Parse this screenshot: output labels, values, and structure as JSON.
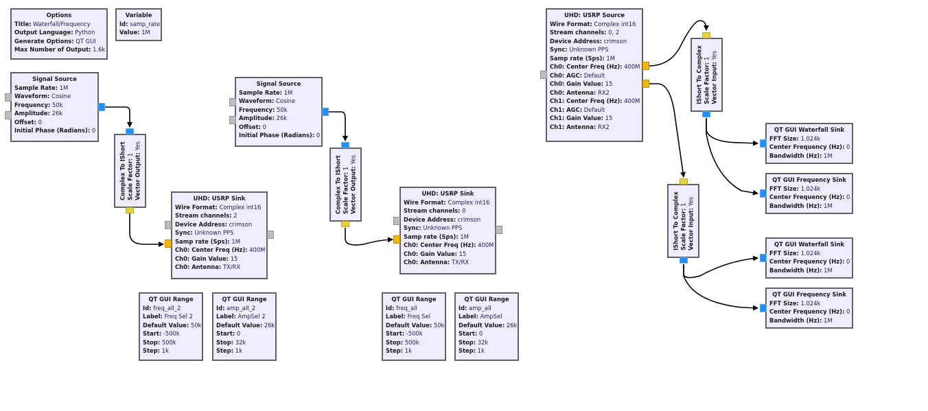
{
  "colors": {
    "block_bg": "#f1ecff",
    "block_border": "#616161",
    "port_complex": "#1e90ff",
    "port_short": "#e6d23a",
    "port_sc16": "#f5b800",
    "port_message": "#bdbdbd",
    "wire": "#000000"
  },
  "blocks": {
    "options": {
      "title": "Options",
      "params": [
        {
          "k": "Title:",
          "v": "Waterfall/Frequency"
        },
        {
          "k": "Output Language:",
          "v": "Python"
        },
        {
          "k": "Generate Options:",
          "v": "QT GUI"
        },
        {
          "k": "Max Number of Output:",
          "v": "1.6k"
        }
      ]
    },
    "variable": {
      "title": "Variable",
      "params": [
        {
          "k": "Id:",
          "v": "samp_rate"
        },
        {
          "k": "Value:",
          "v": "1M"
        }
      ]
    },
    "signal_source_1": {
      "title": "Signal Source",
      "params": [
        {
          "k": "Sample Rate:",
          "v": "1M"
        },
        {
          "k": "Waveform:",
          "v": "Cosine"
        },
        {
          "k": "Frequency:",
          "v": "50k"
        },
        {
          "k": "Amplitude:",
          "v": "26k"
        },
        {
          "k": "Offset:",
          "v": "0"
        },
        {
          "k": "Initial Phase (Radians):",
          "v": "0"
        }
      ]
    },
    "complex_to_ishort_1": {
      "title": "Complex To IShort",
      "params": [
        {
          "k": "Scale Factor:",
          "v": "1"
        },
        {
          "k": "Vector Output:",
          "v": "Yes"
        }
      ]
    },
    "usrp_sink_1": {
      "title": "UHD: USRP Sink",
      "params": [
        {
          "k": "Wire Format:",
          "v": "Complex int16"
        },
        {
          "k": "Stream channels:",
          "v": "2"
        },
        {
          "k": "Device Address:",
          "v": "crimson"
        },
        {
          "k": "Sync:",
          "v": "Unknown PPS"
        },
        {
          "k": "Samp rate (Sps):",
          "v": "1M"
        },
        {
          "k": "Ch0: Center Freq (Hz):",
          "v": "400M"
        },
        {
          "k": "Ch0: Gain Value:",
          "v": "15"
        },
        {
          "k": "Ch0: Antenna:",
          "v": "TX/RX"
        }
      ]
    },
    "range_freq_all_2": {
      "title": "QT GUI Range",
      "params": [
        {
          "k": "Id:",
          "v": "freq_all_2"
        },
        {
          "k": "Label:",
          "v": "Freq Sel 2"
        },
        {
          "k": "Default Value:",
          "v": "50k"
        },
        {
          "k": "Start:",
          "v": "-500k"
        },
        {
          "k": "Stop:",
          "v": "500k"
        },
        {
          "k": "Step:",
          "v": "1k"
        }
      ]
    },
    "range_amp_all_2": {
      "title": "QT GUI Range",
      "params": [
        {
          "k": "Id:",
          "v": "amp_all_2"
        },
        {
          "k": "Label:",
          "v": "AmpSel 2"
        },
        {
          "k": "Default Value:",
          "v": "26k"
        },
        {
          "k": "Start:",
          "v": "0"
        },
        {
          "k": "Stop:",
          "v": "32k"
        },
        {
          "k": "Step:",
          "v": "1k"
        }
      ]
    },
    "signal_source_2": {
      "title": "Signal Source",
      "params": [
        {
          "k": "Sample Rate:",
          "v": "1M"
        },
        {
          "k": "Waveform:",
          "v": "Cosine"
        },
        {
          "k": "Frequency:",
          "v": "50k"
        },
        {
          "k": "Amplitude:",
          "v": "26k"
        },
        {
          "k": "Offset:",
          "v": "0"
        },
        {
          "k": "Initial Phase (Radians):",
          "v": "0"
        }
      ]
    },
    "complex_to_ishort_2": {
      "title": "Complex To IShort",
      "params": [
        {
          "k": "Scale Factor:",
          "v": "1"
        },
        {
          "k": "Vector Output:",
          "v": "Yes"
        }
      ]
    },
    "usrp_sink_2": {
      "title": "UHD: USRP Sink",
      "params": [
        {
          "k": "Wire Format:",
          "v": "Complex int16"
        },
        {
          "k": "Stream channels:",
          "v": "0"
        },
        {
          "k": "Device Address:",
          "v": "crimson"
        },
        {
          "k": "Sync:",
          "v": "Unknown PPS"
        },
        {
          "k": "Samp rate (Sps):",
          "v": "1M"
        },
        {
          "k": "Ch0: Center Freq (Hz):",
          "v": "400M"
        },
        {
          "k": "Ch0: Gain Value:",
          "v": "15"
        },
        {
          "k": "Ch0: Antenna:",
          "v": "TX/RX"
        }
      ]
    },
    "range_freq_all": {
      "title": "QT GUI Range",
      "params": [
        {
          "k": "Id:",
          "v": "freq_all"
        },
        {
          "k": "Label:",
          "v": "Freq Sel"
        },
        {
          "k": "Default Value:",
          "v": "50k"
        },
        {
          "k": "Start:",
          "v": "-500k"
        },
        {
          "k": "Stop:",
          "v": "500k"
        },
        {
          "k": "Step:",
          "v": "1k"
        }
      ]
    },
    "range_amp_all": {
      "title": "QT GUI Range",
      "params": [
        {
          "k": "Id:",
          "v": "amp_all"
        },
        {
          "k": "Label:",
          "v": "AmpSel"
        },
        {
          "k": "Default Value:",
          "v": "26k"
        },
        {
          "k": "Start:",
          "v": "0"
        },
        {
          "k": "Stop:",
          "v": "32k"
        },
        {
          "k": "Step:",
          "v": "1k"
        }
      ]
    },
    "usrp_source": {
      "title": "UHD: USRP Source",
      "params": [
        {
          "k": "Wire Format:",
          "v": "Complex int16"
        },
        {
          "k": "Stream channels:",
          "v": "0, 2"
        },
        {
          "k": "Device Address:",
          "v": "crimson"
        },
        {
          "k": "Sync:",
          "v": "Unknown PPS"
        },
        {
          "k": "Samp rate (Sps):",
          "v": "1M"
        },
        {
          "k": "Ch0: Center Freq (Hz):",
          "v": "400M"
        },
        {
          "k": "Ch0: AGC:",
          "v": "Default"
        },
        {
          "k": "Ch0: Gain Value:",
          "v": "15"
        },
        {
          "k": "Ch0: Antenna:",
          "v": "RX2"
        },
        {
          "k": "Ch1: Center Freq (Hz):",
          "v": "400M"
        },
        {
          "k": "Ch1: AGC:",
          "v": "Default"
        },
        {
          "k": "Ch1: Gain Value:",
          "v": "15"
        },
        {
          "k": "Ch1: Antenna:",
          "v": "RX2"
        }
      ]
    },
    "ishort_to_complex_1": {
      "title": "IShort To Complex",
      "params": [
        {
          "k": "Scale Factor:",
          "v": "1"
        },
        {
          "k": "Vector Input:",
          "v": "Yes"
        }
      ]
    },
    "ishort_to_complex_2": {
      "title": "IShort To Complex",
      "params": [
        {
          "k": "Scale Factor:",
          "v": "1"
        },
        {
          "k": "Vector Input:",
          "v": "Yes"
        }
      ]
    },
    "waterfall_sink_1": {
      "title": "QT GUI Waterfall Sink",
      "params": [
        {
          "k": "FFT Size:",
          "v": "1.024k"
        },
        {
          "k": "Center Frequency (Hz):",
          "v": "0"
        },
        {
          "k": "Bandwidth (Hz):",
          "v": "1M"
        }
      ]
    },
    "freq_sink_1": {
      "title": "QT GUI Frequency Sink",
      "params": [
        {
          "k": "FFT Size:",
          "v": "1.024k"
        },
        {
          "k": "Center Frequency (Hz):",
          "v": "0"
        },
        {
          "k": "Bandwidth (Hz):",
          "v": "1M"
        }
      ]
    },
    "waterfall_sink_2": {
      "title": "QT GUI Waterfall Sink",
      "params": [
        {
          "k": "FFT Size:",
          "v": "1.024k"
        },
        {
          "k": "Center Frequency (Hz):",
          "v": "0"
        },
        {
          "k": "Bandwidth (Hz):",
          "v": "1M"
        }
      ]
    },
    "freq_sink_2": {
      "title": "QT GUI Frequency Sink",
      "params": [
        {
          "k": "FFT Size:",
          "v": "1.024k"
        },
        {
          "k": "Center Frequency (Hz):",
          "v": "0"
        },
        {
          "k": "Bandwidth (Hz):",
          "v": "1M"
        }
      ]
    }
  },
  "connections": [
    {
      "from": "signal_source_1.out0",
      "to": "complex_to_ishort_1.in0"
    },
    {
      "from": "complex_to_ishort_1.out0",
      "to": "usrp_sink_1.in0"
    },
    {
      "from": "signal_source_2.out0",
      "to": "complex_to_ishort_2.in0"
    },
    {
      "from": "complex_to_ishort_2.out0",
      "to": "usrp_sink_2.in0"
    },
    {
      "from": "usrp_source.out0",
      "to": "ishort_to_complex_1.in0"
    },
    {
      "from": "usrp_source.out1",
      "to": "ishort_to_complex_2.in0"
    },
    {
      "from": "ishort_to_complex_1.out0",
      "to": "waterfall_sink_1.in0"
    },
    {
      "from": "ishort_to_complex_1.out0",
      "to": "freq_sink_1.in0"
    },
    {
      "from": "ishort_to_complex_2.out0",
      "to": "waterfall_sink_2.in0"
    },
    {
      "from": "ishort_to_complex_2.out0",
      "to": "freq_sink_2.in0"
    }
  ]
}
